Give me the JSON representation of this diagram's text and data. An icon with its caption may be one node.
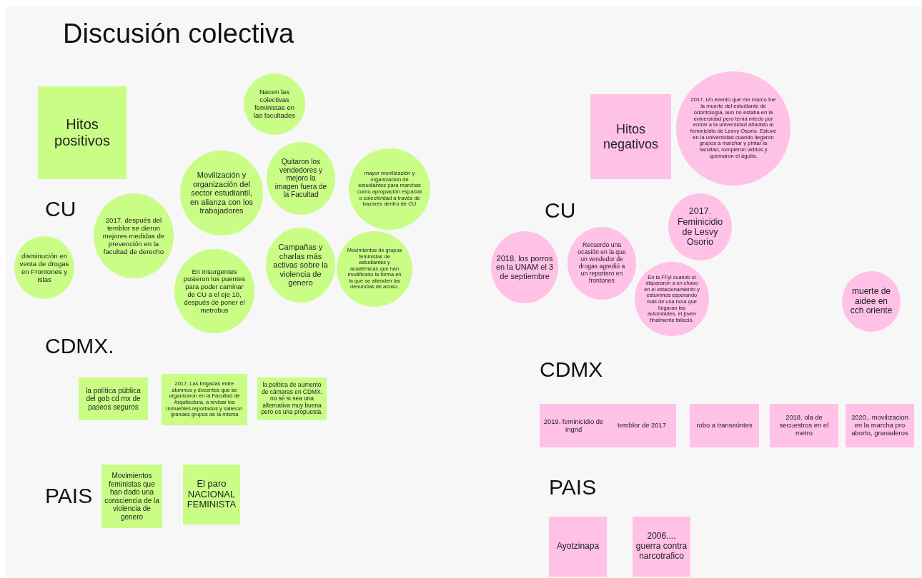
{
  "diagram": {
    "title": "Discusión colectiva",
    "nodes": [
      {
        "text": [
          "Hitos positivos"
        ]
      },
      {
        "text": [
          "Nacen las colectivas feministas en las facultades"
        ]
      },
      {
        "text": [
          "Movilización y organización del sector estudiantil, en alianza con los trabajadores"
        ]
      },
      {
        "text": [
          "Quitaron los vendedores y mejoro la imagen fuera de la Facultad"
        ]
      },
      {
        "text": [
          "mayor movilización y organización de estudiantes para marchas como apropiación espacial o colectividad a través de bazares dentro de CU"
        ]
      },
      {
        "text": [
          "2017. después del temblor se dieron mejores medidas de prevención en la facultad de derecho"
        ]
      },
      {
        "text": [
          "disminución en venta de drogas en Frontones y Islas"
        ]
      },
      {
        "text": [
          "En Insurgentes pusieron los puentes para poder caminar de CU a el eje 10, después de poner el metrobus"
        ]
      },
      {
        "text": [
          "Campañas y charlas más activas sobre la violencia de genero"
        ]
      },
      {
        "text": [
          "Movimientos de grupos feministas de estudiantes y académicas que han modificado la forma en la que se atienden las denuncias de acoso."
        ]
      },
      {
        "text": [
          "la política pública del gob cd mx de paseos seguros"
        ]
      },
      {
        "text": [
          "2017. Las brigadas entre alumnos y docentes que se organizaron en la Facultad de Arquitectura, a revisar los inmuebles reportados y salieron grandes grupos de la misma"
        ]
      },
      {
        "text": [
          "la política de aumento de cámaras en CDMX.  no sé si sea una alternativa muy buena pero es una propuesta."
        ]
      },
      {
        "text": [
          "Movimientos feministas que han dado una consciencia de la violencia de genero"
        ]
      },
      {
        "text": [
          "El paro NACIONAL FEMINISTA"
        ]
      },
      {
        "text": [
          "Hitos negativos"
        ]
      },
      {
        "text": [
          "2017. Un evento que me marco fue la muerte del estudiante de odontología, aun no estaba en la universidad pero tenía miedo por entrar a la universidad añadido al feminicidio de Lesvy Osorio. Estuve en la universidad cuando llegaron grupos a marchar y pintar la facultad, rompieron vidrios y quemaron el águila."
        ]
      },
      {
        "text": [
          "2018. los porros en la UNAM el 3 de septiembre"
        ]
      },
      {
        "text": [
          "Recuerdo una ocasión en la que un vendedor de drogas agredió a un reportero en frontones"
        ]
      },
      {
        "text": [
          "2017. Feminicidio de Lesvy Osorio"
        ]
      },
      {
        "text": [
          "En la FFyl cuando el dispararon a un chavo en el estacionamiento y estuvimos esperando más de una hora que llegaran las autoridades, el joven finalmente falleció."
        ]
      },
      {
        "text": [
          "muerte de aidee en cch oriente"
        ]
      },
      {
        "text": [
          "2019. feminicidio de Ingrid"
        ]
      },
      {
        "text": [
          "temblor de 2017"
        ]
      },
      {
        "text": [
          "robo a transeúntes"
        ]
      },
      {
        "text": [
          "2018. ola de secuestros en el metro"
        ]
      },
      {
        "text": [
          "2020.. movilizacion en la marcha pro aborto, granaderos"
        ]
      },
      {
        "text": [
          "Ayotzinapa"
        ]
      },
      {
        "text": [
          "2006.... guerra contra narcotrafico"
        ]
      }
    ],
    "labels": [
      "CU",
      "CDMX.",
      "PAIS",
      "CU",
      "CDMX",
      "PAIS"
    ]
  }
}
